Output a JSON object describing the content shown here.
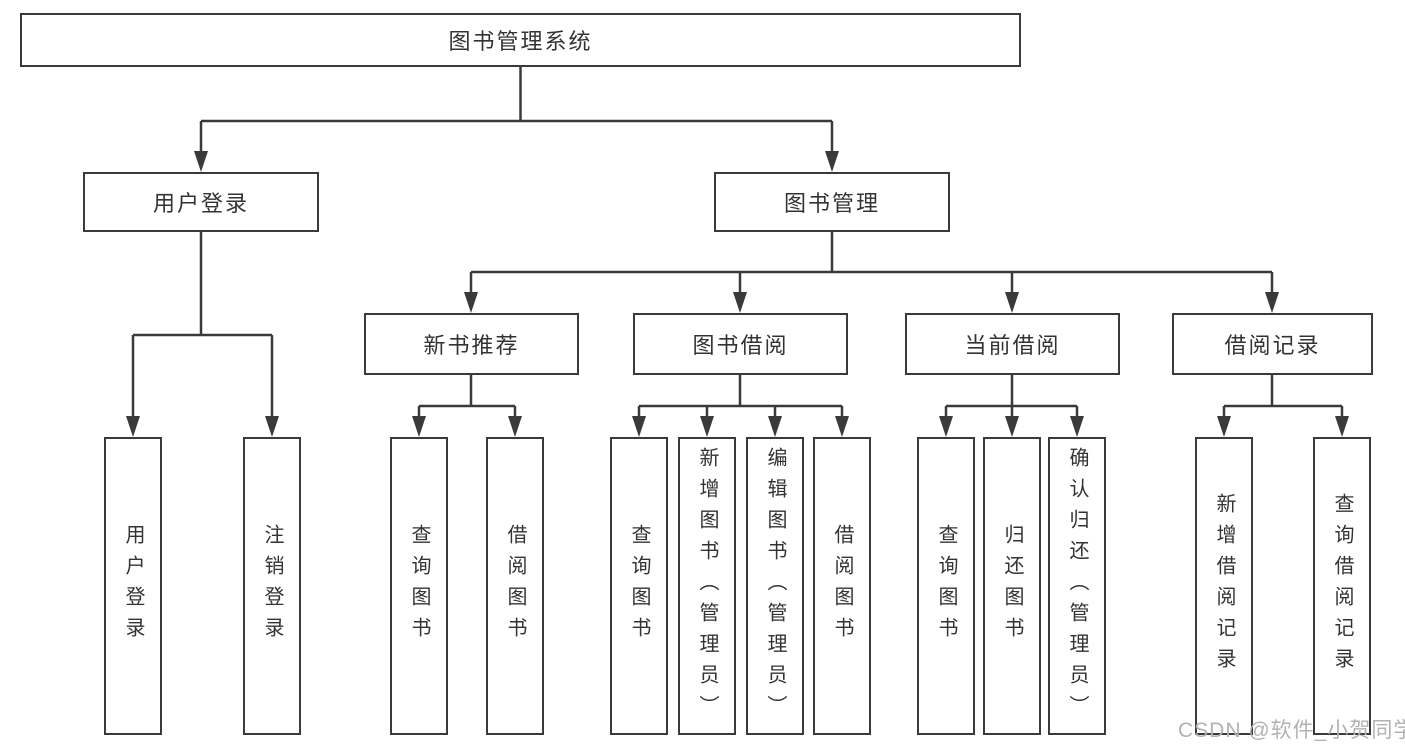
{
  "colors": {
    "line": "#3a3a3a",
    "box_border": "#3a3a3a",
    "text": "#333333",
    "background": "#ffffff",
    "watermark": "#b2b2b2"
  },
  "tree": {
    "root": {
      "label": "图书管理系统"
    },
    "branches": [
      {
        "label": "用户登录",
        "children": [
          {
            "label": "用户登录"
          },
          {
            "label": "注销登录"
          }
        ]
      },
      {
        "label": "图书管理",
        "children": [
          {
            "label": "新书推荐",
            "children": [
              {
                "label": "查询图书"
              },
              {
                "label": "借阅图书"
              }
            ]
          },
          {
            "label": "图书借阅",
            "children": [
              {
                "label": "查询图书"
              },
              {
                "label": "新增图书（管理员）"
              },
              {
                "label": "编辑图书（管理员）"
              },
              {
                "label": "借阅图书"
              }
            ]
          },
          {
            "label": "当前借阅",
            "children": [
              {
                "label": "查询图书"
              },
              {
                "label": "归还图书"
              },
              {
                "label": "确认归还（管理员）"
              }
            ]
          },
          {
            "label": "借阅记录",
            "children": [
              {
                "label": "新增借阅记录"
              },
              {
                "label": "查询借阅记录"
              }
            ]
          }
        ]
      }
    ]
  },
  "watermark": {
    "text": "CSDN @软件_小贺同学"
  }
}
